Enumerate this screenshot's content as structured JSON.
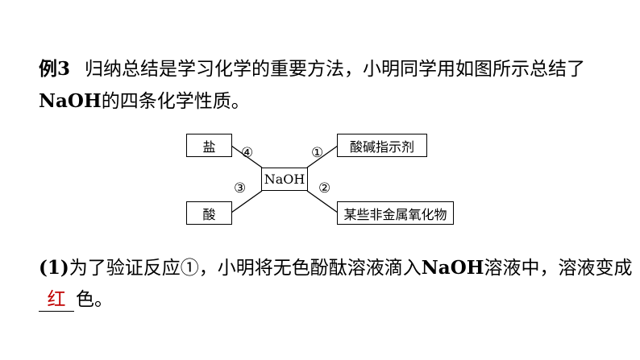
{
  "question": {
    "example_label": "例3",
    "line1": "归纳总结是学习化学的重要方法，小明同学用如图所示总结了",
    "line2_bold": "NaOH",
    "line2_rest": "的四条化学性质。"
  },
  "diagram": {
    "center": "NaOH",
    "top_left": "盐",
    "bottom_left": "酸",
    "top_right": "酸碱指示剂",
    "bottom_right": "某些非金属氧化物",
    "num1": "①",
    "num2": "②",
    "num3": "③",
    "num4": "④"
  },
  "sub1": {
    "label": "(1)",
    "text_a": "为了验证反应①，小明将无色酚酞溶液滴入",
    "text_bold": "NaOH",
    "text_b": "溶液中，溶液变成",
    "answer": "红",
    "text_c": "色。"
  }
}
